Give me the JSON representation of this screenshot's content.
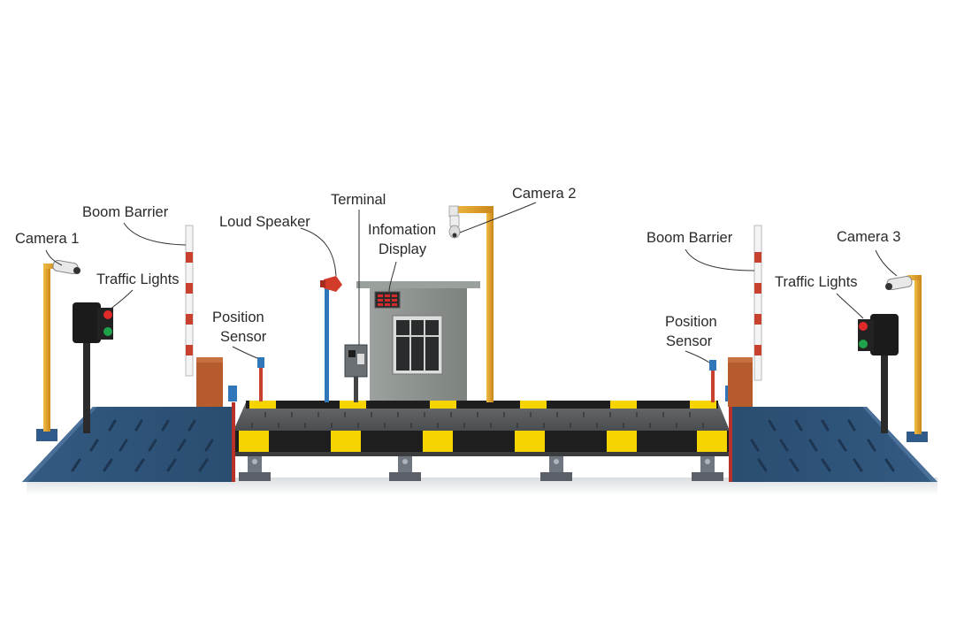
{
  "labels": {
    "camera_1": "Camera 1",
    "boom_barrier_left": "Boom Barrier",
    "traffic_lights_left": "Traffic Lights",
    "loud_speaker": "Loud Speaker",
    "position_sensor_left_1": "Position",
    "position_sensor_left_2": "Sensor",
    "terminal": "Terminal",
    "information_display_1": "Infomation",
    "information_display_2": "Display",
    "camera_2": "Camera 2",
    "boom_barrier_right": "Boom Barrier",
    "camera_3": "Camera 3",
    "traffic_lights_right": "Traffic Lights",
    "position_sensor_right_1": "Position",
    "position_sensor_right_2": "Sensor"
  },
  "colors": {
    "ramp_blue": "#2f5377",
    "ramp_blue_dark": "#213d5a",
    "deck_yellow": "#f5d400",
    "deck_dark": "#1e1e1e",
    "pole_orange": "#e5a32a",
    "barrier_red": "#c8402e",
    "booth_gray": "#8e9390",
    "speaker_blue": "#2f77b8"
  },
  "icons": [
    "camera-icon",
    "traffic-light-icon",
    "boom-barrier-icon",
    "loud-speaker-icon",
    "position-sensor-icon",
    "terminal-icon",
    "information-display-icon"
  ]
}
